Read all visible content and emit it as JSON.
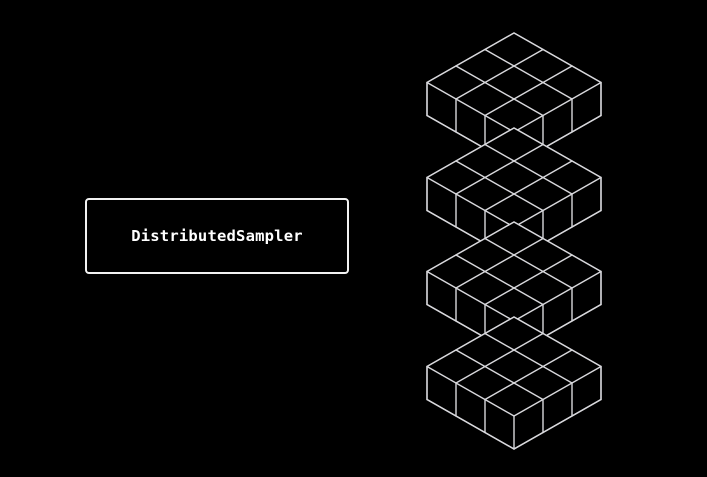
{
  "label": {
    "text": "DistributedSampler"
  },
  "stack": {
    "slabs": 4,
    "grid": 3,
    "line_color": "#d8d8dc",
    "background": "#000000"
  }
}
